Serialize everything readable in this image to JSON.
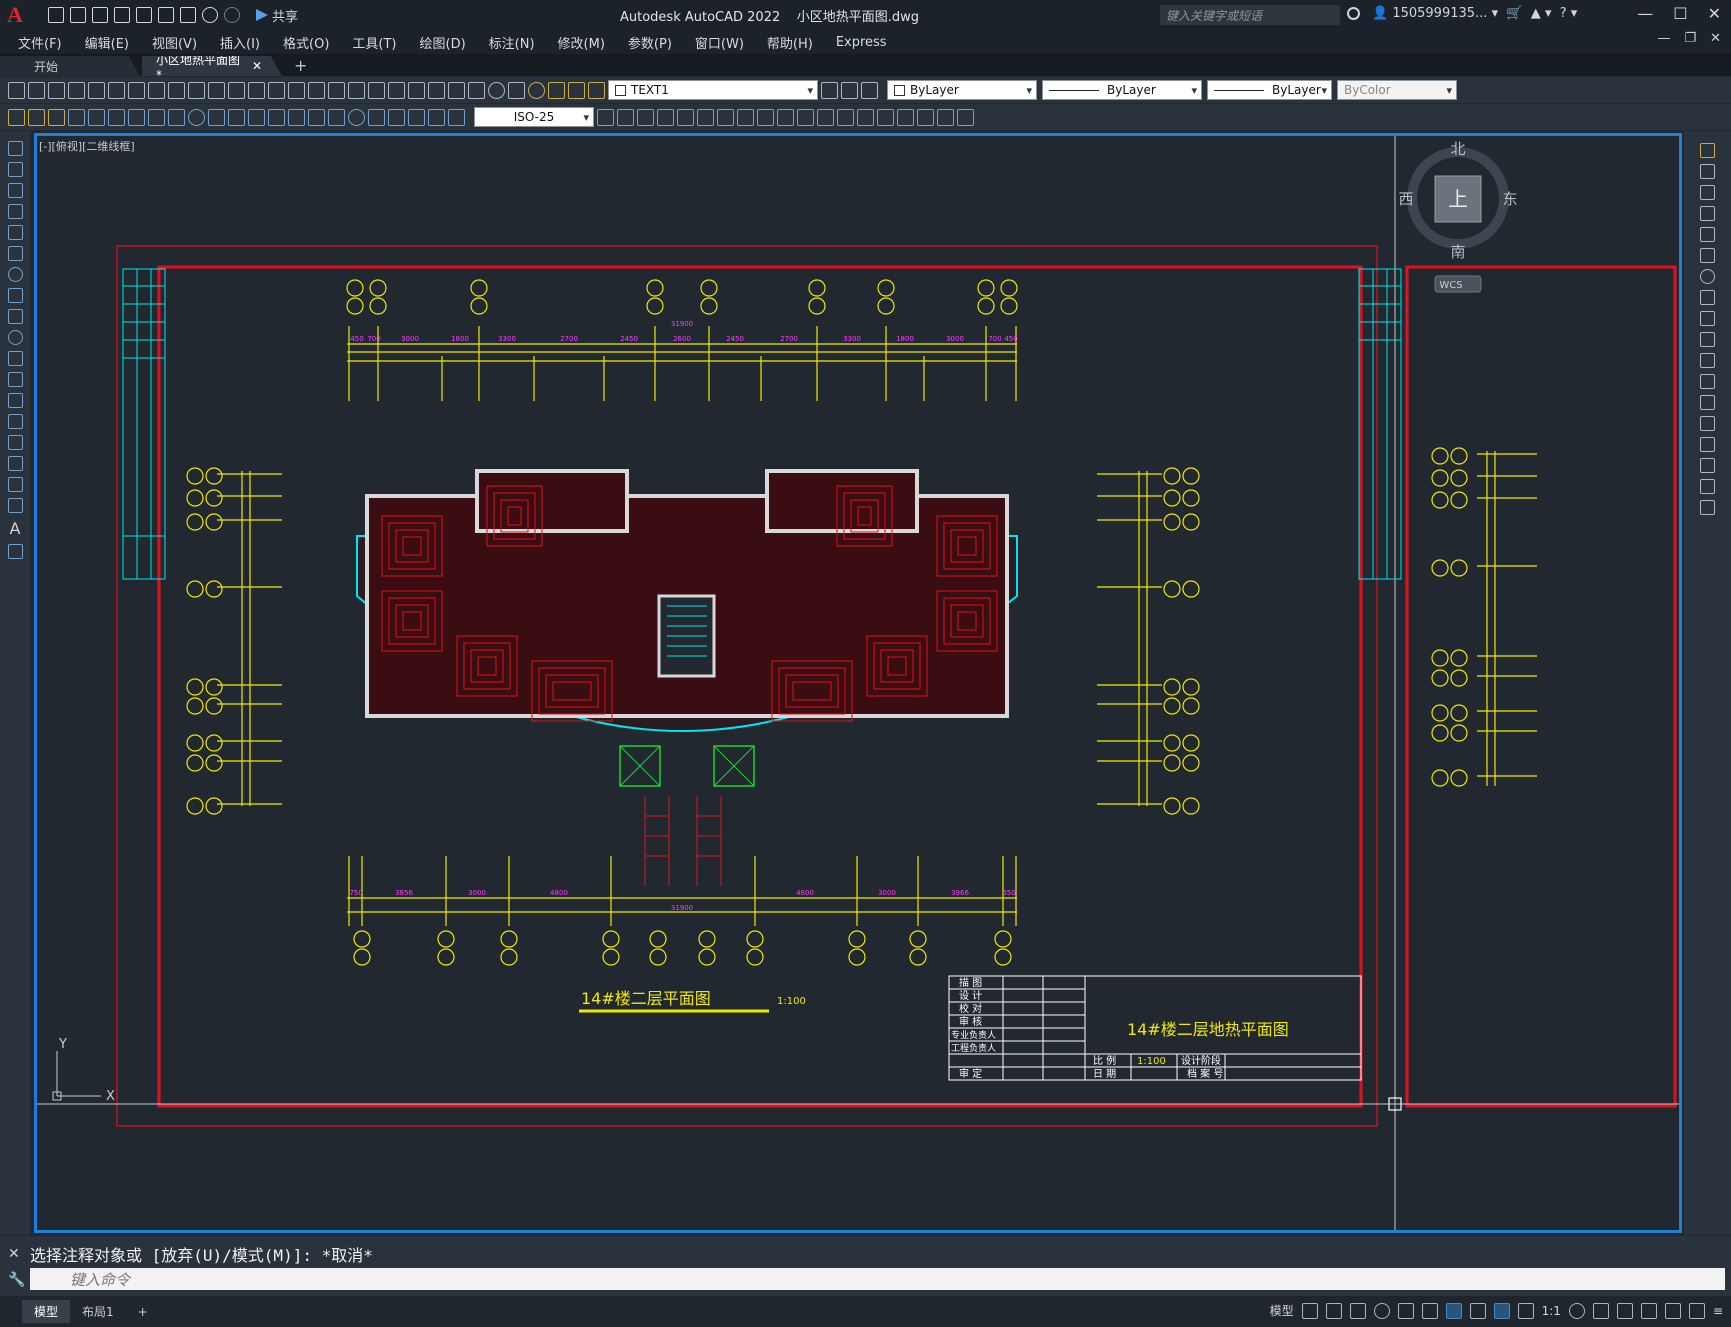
{
  "titlebar": {
    "logo": "A",
    "share": "共享",
    "app_title": "Autodesk AutoCAD 2022",
    "file_title": "小区地热平面图.dwg",
    "search_placeholder": "键入关键字或短语",
    "user": "1505999135..."
  },
  "menu": [
    "文件(F)",
    "编辑(E)",
    "视图(V)",
    "插入(I)",
    "格式(O)",
    "工具(T)",
    "绘图(D)",
    "标注(N)",
    "修改(M)",
    "参数(P)",
    "窗口(W)",
    "帮助(H)",
    "Express"
  ],
  "tabs": {
    "start": "开始",
    "drawing": "小区地热平面图*",
    "add": "+"
  },
  "toolbar": {
    "layer": "TEXT1",
    "color": "ByLayer",
    "linetype": "ByLayer",
    "lineweight": "ByLayer",
    "plotstyle": "ByColor",
    "dimstyle": "ISO-25"
  },
  "viewport": {
    "label": "[-][俯视][二维线框]"
  },
  "compass": {
    "north": "北",
    "south": "南",
    "east": "东",
    "west": "西",
    "top": "上",
    "wcs": "WCS"
  },
  "drawing": {
    "plan_title": "14#楼二层平面图",
    "plan_scale": "1:100",
    "tb_title": "14#楼二层地热平面图",
    "tb_rows": [
      "描 图",
      "设 计",
      "校 对",
      "审 核",
      "专业负责人",
      "工程负责人",
      "",
      "审 定"
    ],
    "tb_scale_label": "比 例",
    "tb_scale": "1:100",
    "tb_stage": "设计阶段",
    "tb_date": "日 期",
    "tb_archive": "档 案 号",
    "top_dims": [
      "450",
      "700",
      "3000",
      "1800",
      "3300",
      "2700",
      "2450",
      "2600",
      "2450",
      "2700",
      "3300",
      "1800",
      "3000",
      "700",
      "450"
    ],
    "bottom_dims": [
      "750",
      "3856",
      "3000",
      "4800",
      "4800",
      "3000",
      "3966",
      "650"
    ],
    "total_dim": "31900",
    "axis_y": "Y",
    "axis_x": "X"
  },
  "command": {
    "history": "选择注释对象或 [放弃(U)/模式(M)]: *取消*",
    "placeholder": "键入命令"
  },
  "status": {
    "model": "模型",
    "layout": "布局1",
    "add": "+",
    "model_btn": "模型",
    "scale": "1:1"
  },
  "colors": {
    "accent": "#1e7fd8",
    "frame": "#e3101b",
    "dim": "#f0ea00",
    "cyan": "#00e5ee",
    "magenta": "#ff3cff"
  }
}
